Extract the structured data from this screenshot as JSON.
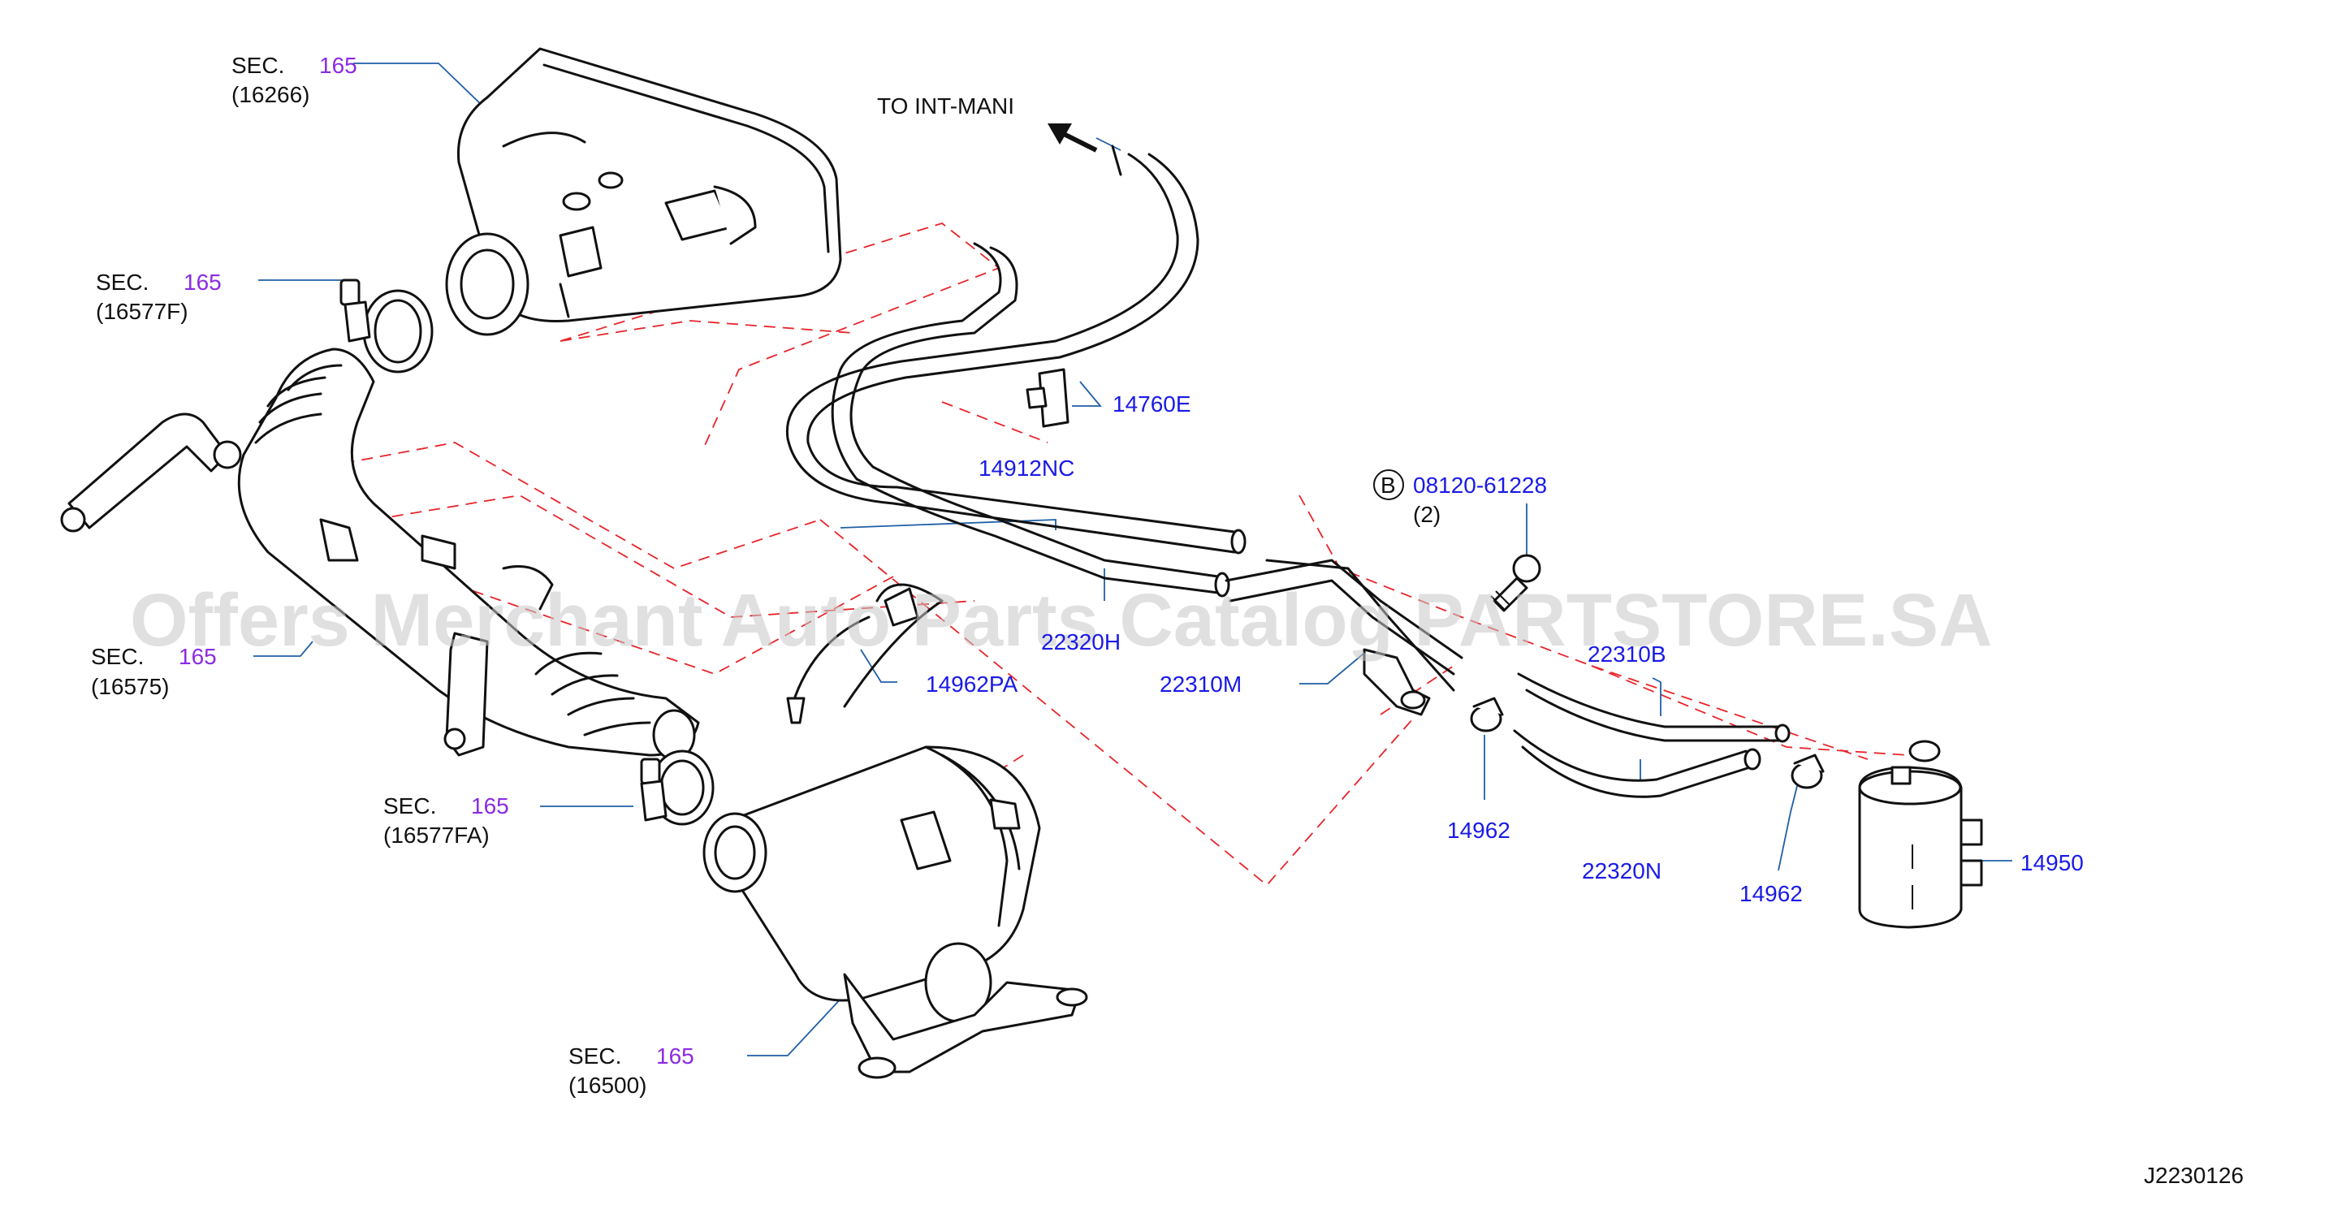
{
  "diagram": {
    "labels": {
      "sec_165_top": "SEC.",
      "sec_165_top_num": "165",
      "part_16266": "(16266)",
      "sec_165_f": "SEC.",
      "sec_165_f_num": "165",
      "part_16577f": "(16577F)",
      "sec_165_575": "SEC.",
      "sec_165_575_num": "165",
      "part_16575": "(16575)",
      "sec_165_fa": "SEC.",
      "sec_165_fa_num": "165",
      "part_16577fa": "(16577FA)",
      "sec_165_500": "SEC.",
      "sec_165_500_num": "165",
      "part_16500": "(16500)",
      "to_int_mani": "TO   INT-MANI",
      "p_14760e": "14760E",
      "p_14912nc": "14912NC",
      "p_2232": "22320H",
      "p_14962pa": "14962PA",
      "p_22310m": "22310M",
      "bolt_circle": "B",
      "p_08120": "08120-61228",
      "p_08120_qty": "(2)",
      "p_22310b": "22310B",
      "p_14962_a": "14962",
      "p_22320n": "22320N",
      "p_14962_b": "14962",
      "p_14950": "14950",
      "drawing_id": "J2230126"
    },
    "watermark": "Offers Merchant Auto Parts Catalog PARTSTORE.SA"
  }
}
